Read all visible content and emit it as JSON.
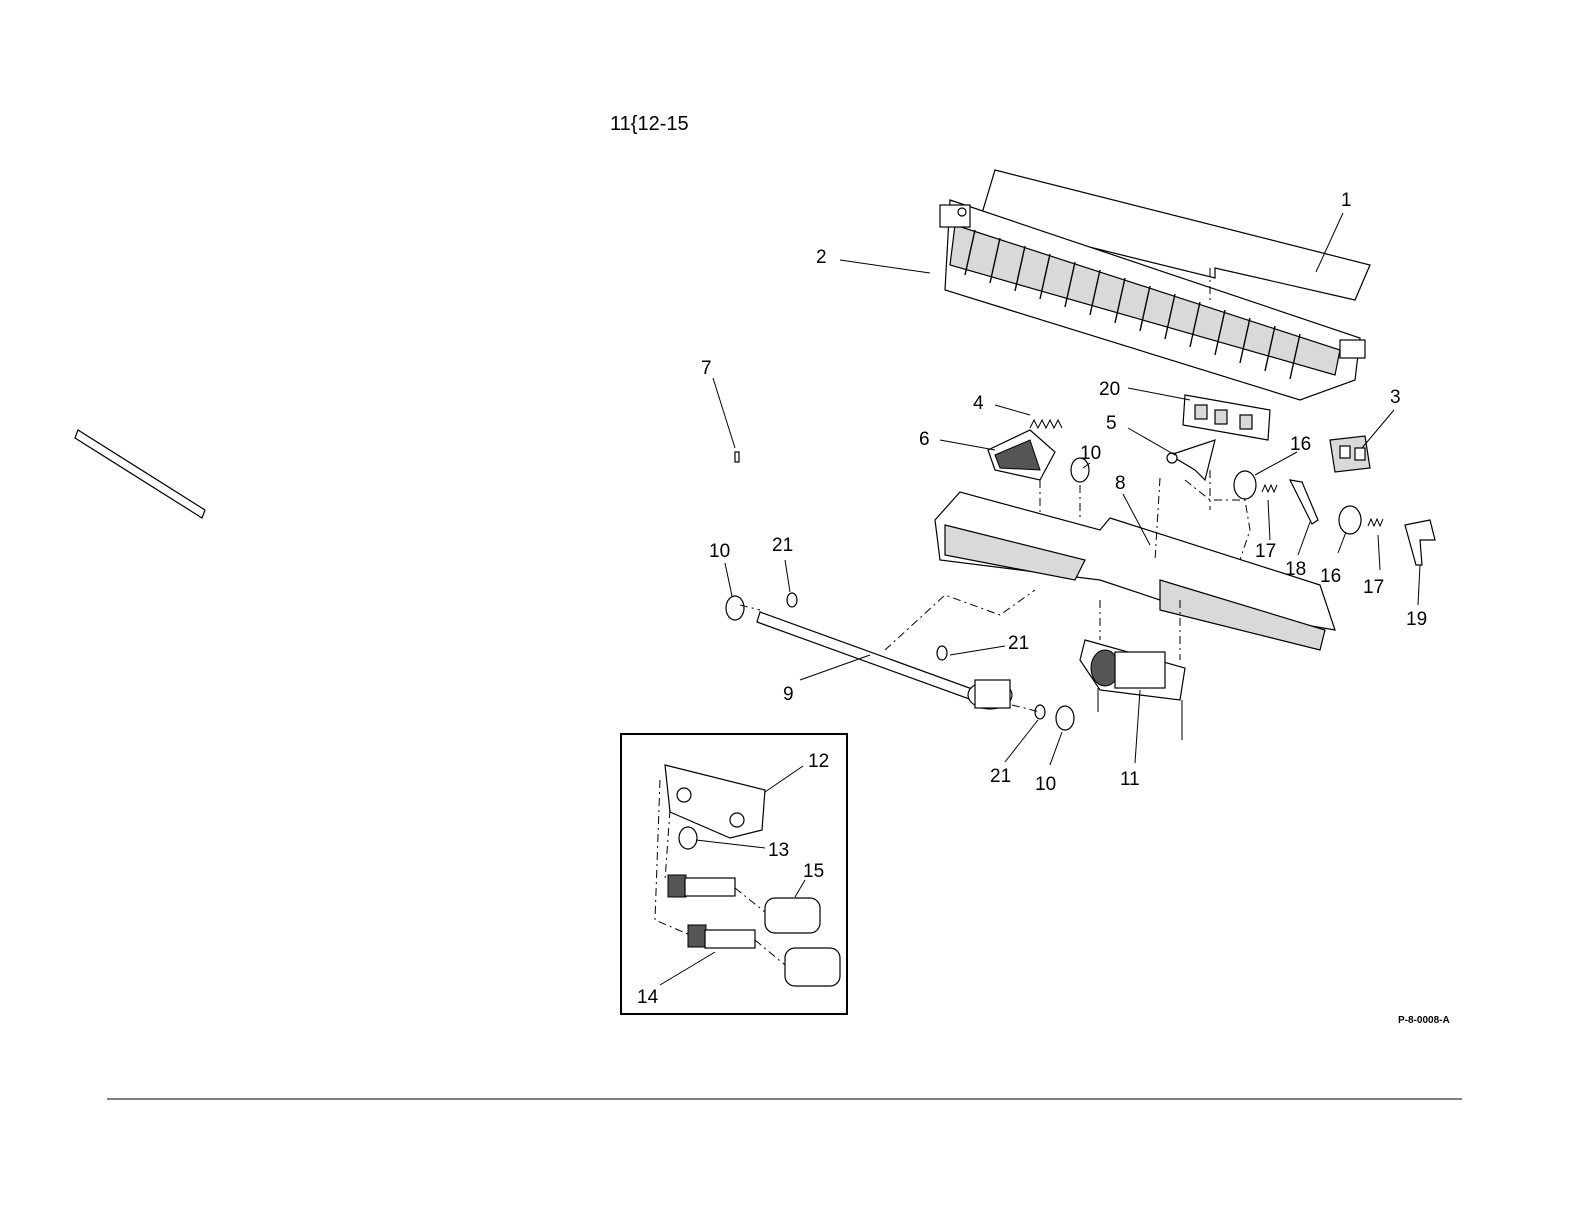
{
  "header": {
    "kit_label": "11{12-15"
  },
  "figure_id": "P-8-0008-A",
  "callouts": {
    "c1": "1",
    "c2": "2",
    "c3": "3",
    "c4": "4",
    "c5": "5",
    "c6": "6",
    "c7": "7",
    "c8": "8",
    "c9": "9",
    "c10a": "10",
    "c10b": "10",
    "c10c": "10",
    "c11": "11",
    "c12": "12",
    "c13": "13",
    "c14": "14",
    "c15": "15",
    "c16a": "16",
    "c16b": "16",
    "c17a": "17",
    "c17b": "17",
    "c18": "18",
    "c19": "19",
    "c20": "20",
    "c21a": "21",
    "c21b": "21",
    "c21c": "21"
  }
}
